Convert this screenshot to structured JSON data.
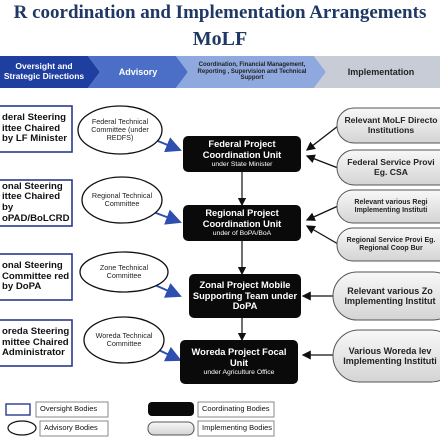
{
  "title_line1": "R coordination and Implementation Arrangements",
  "title_line2": "MoLF",
  "phases": [
    {
      "label": "Oversight and Strategic Directions",
      "color": "#1f3fa0"
    },
    {
      "label": "Advisory",
      "color": "#4b6fc7"
    },
    {
      "label": "Coordination, Financial Management, Reporting , Supervision and Technical Support",
      "color": "#8fa9de"
    },
    {
      "label": "Implementation",
      "color": "#c8ccd6"
    }
  ],
  "oversight_bodies": [
    "deral Steering ittee Chaired by LF Minister",
    "onal Steering ittee Chaired by oPAD/BoLCRD",
    "onal Steering Committee red by DoPA",
    "oreda Steering mittee Chaired Administrator"
  ],
  "advisory_bodies": [
    "Federal Technical Committee (under REDFS)",
    "Regional Technical Committee",
    "Zone Technical Committee",
    "Woreda Technical Committee"
  ],
  "coordinating_bodies": [
    {
      "title": "Federal Project Coordination Unit",
      "sub": "under State Minister"
    },
    {
      "title": "Regional Project Coordination Unit",
      "sub": "under of BoPA/BoA"
    },
    {
      "title": "Zonal Project Mobile Supporting Team under DoPA",
      "sub": ""
    },
    {
      "title": "Woreda Project Focal Unit",
      "sub": "under Agriculture Office"
    }
  ],
  "implementing_bodies": [
    "Relevant MoLF Directo Institutions",
    "Federal Service Provi Eg. CSA",
    "Relevant various Regi Implementing Instituti",
    "Regional Service Provi Eg. Regional Coop Bur",
    "Relevant various Zo Implementing Institut",
    "Various Woreda lev Implementing Instituti"
  ],
  "legend": {
    "oversight": "Oversight Bodies",
    "advisory": "Advisory Bodies",
    "coordinating": "Coordinating Bodies",
    "implementing": "Implementing Bodies"
  },
  "colors": {
    "title": "#1f3864",
    "oversight_border": "#2b3a8c",
    "coordinating_fill": "#0a0a0a",
    "implementing_fill": "#e6e6e6",
    "arrow": "#2f4fb0"
  }
}
